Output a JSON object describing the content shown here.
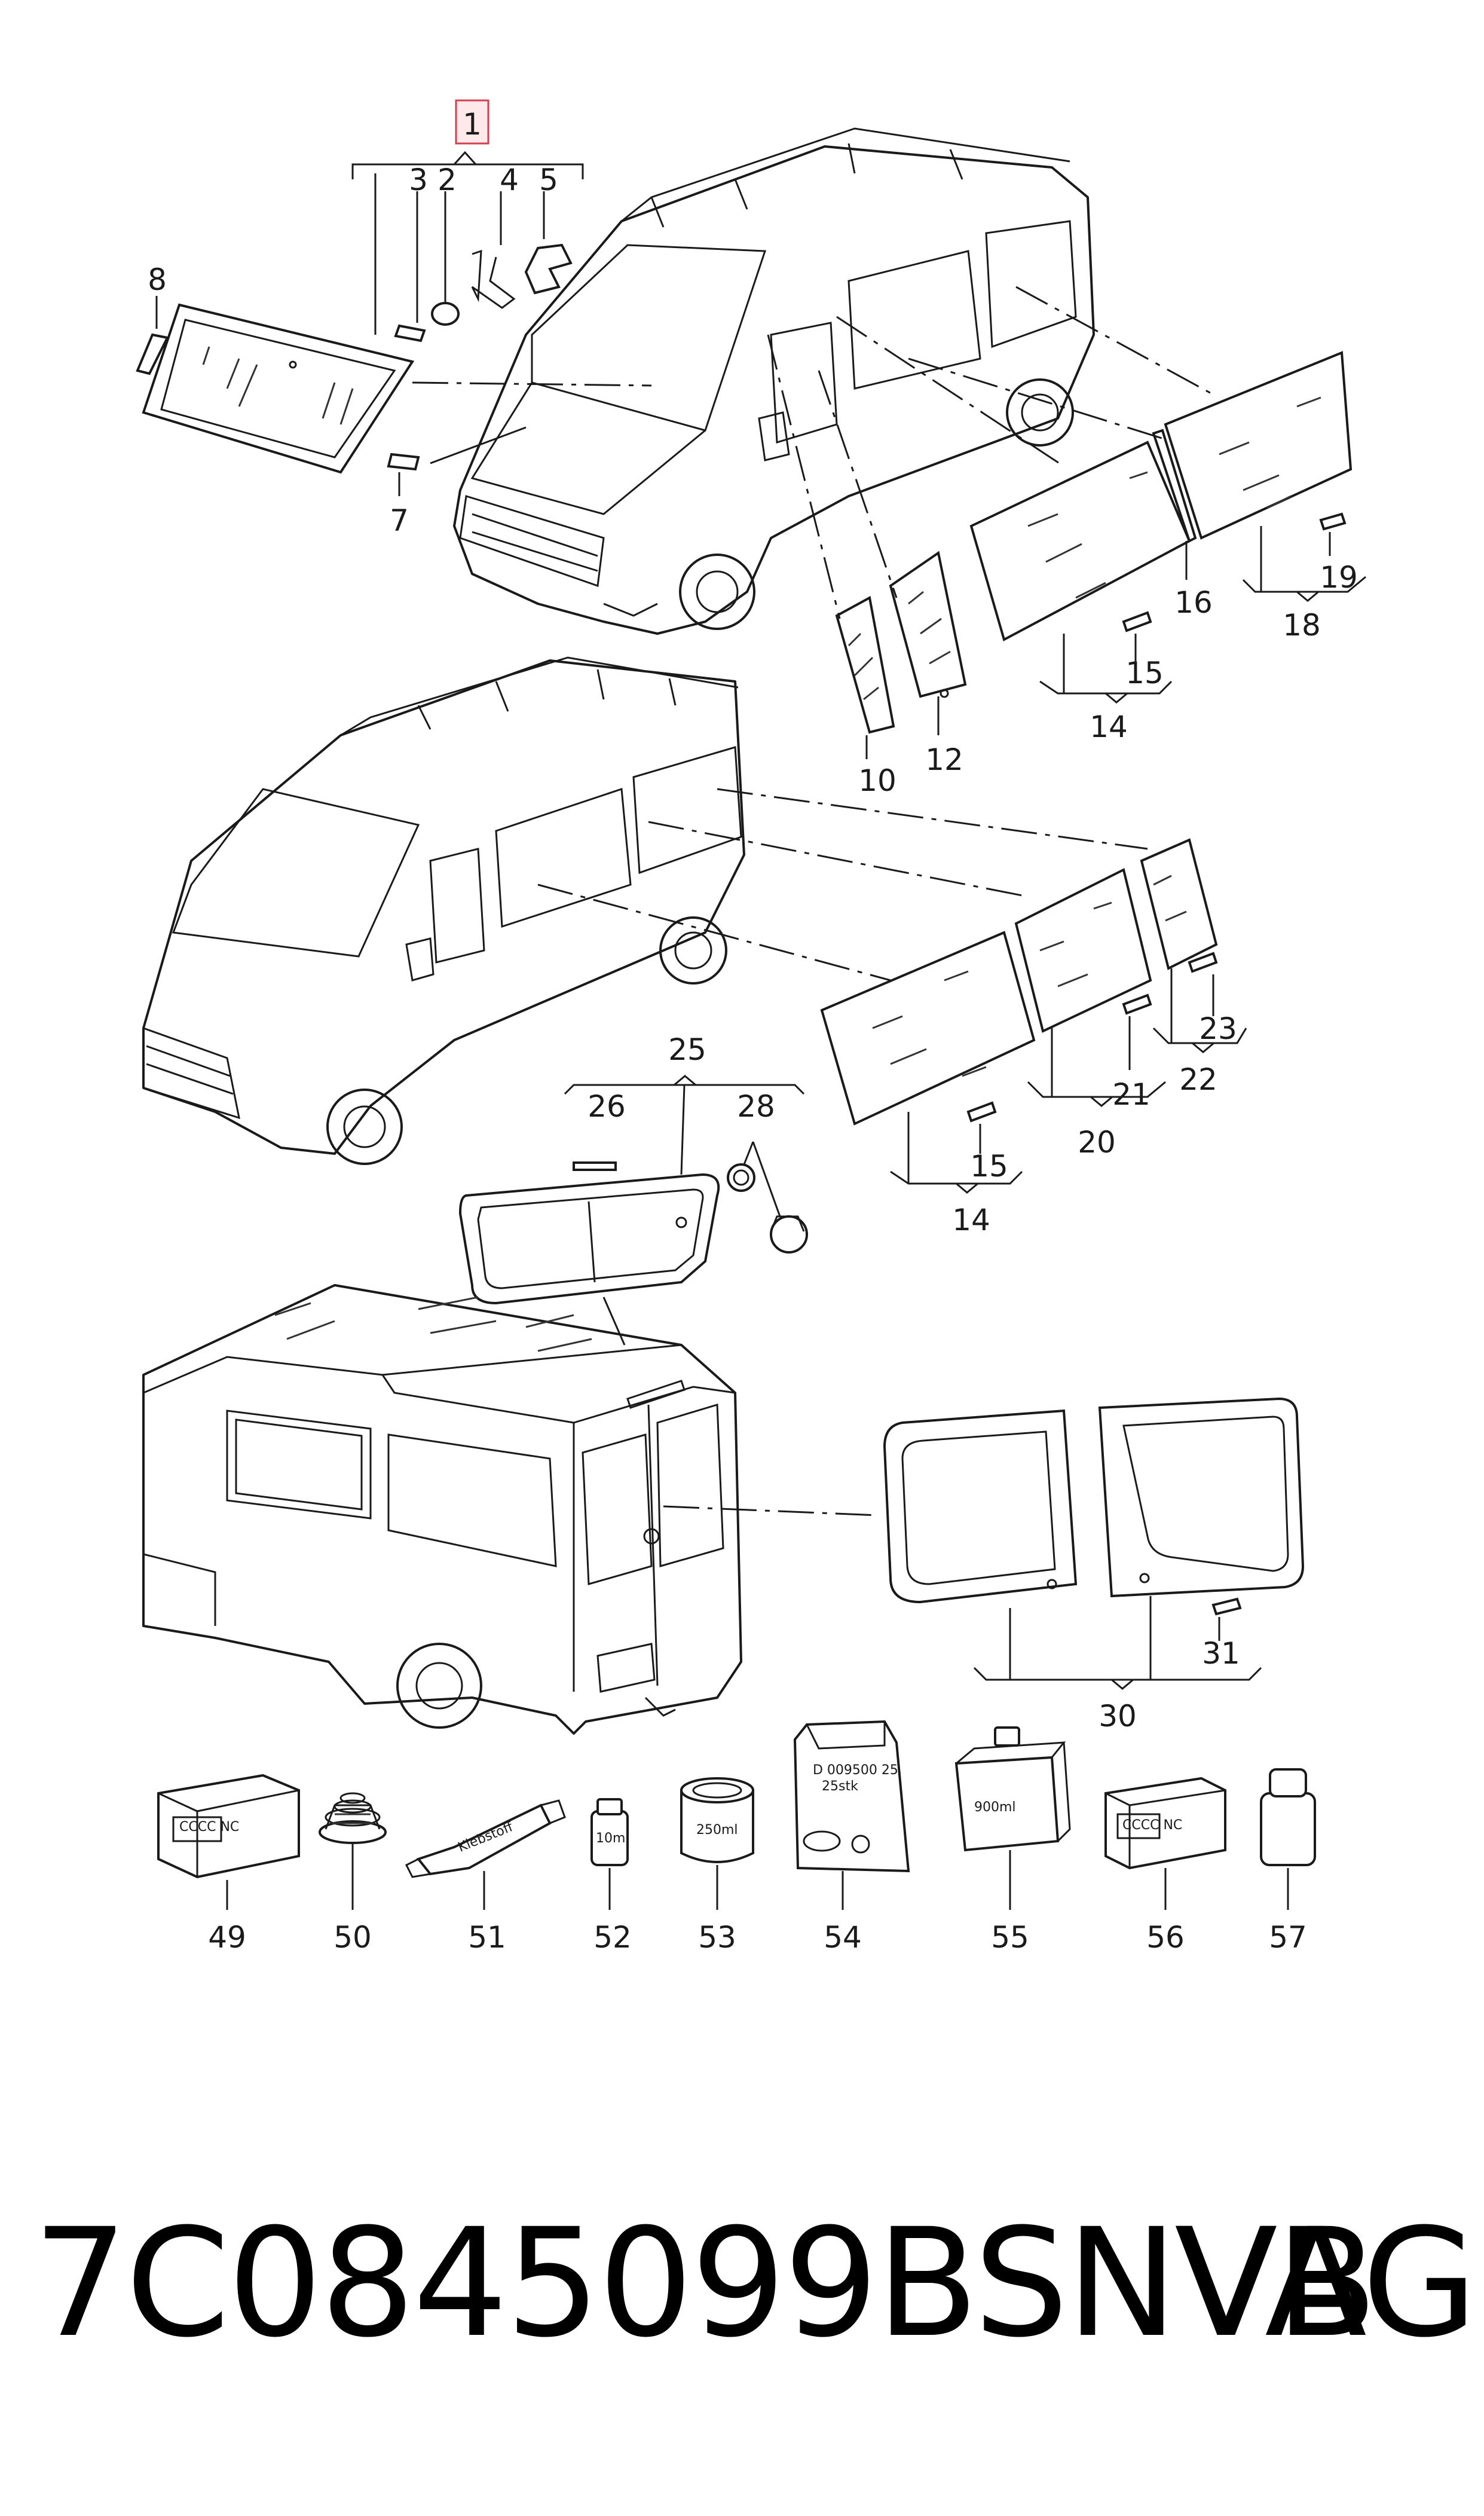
{
  "callouts": {
    "c1": "1",
    "c2": "2",
    "c3": "3",
    "c4": "4",
    "c5": "5",
    "c7": "7",
    "c8": "8",
    "c10": "10",
    "c12": "12",
    "c14a": "14",
    "c15a": "15",
    "c16": "16",
    "c18": "18",
    "c19": "19",
    "c14b": "14",
    "c15b": "15",
    "c20": "20",
    "c21": "21",
    "c22": "22",
    "c23": "23",
    "c25": "25",
    "c26": "26",
    "c28": "28",
    "c30": "30",
    "c31": "31",
    "c49": "49",
    "c50": "50",
    "c51": "51",
    "c52": "52",
    "c53": "53",
    "c54": "54",
    "c55": "55",
    "c56": "56",
    "c57": "57"
  },
  "product_labels": {
    "box49": "CCCC NC",
    "tube51": "Klebstoff",
    "bottle52": "10ml",
    "can53": "250ml",
    "bag54_line1": "D 009500 25",
    "bag54_line2": "25stk",
    "can55": "900ml",
    "box56": "CCCC NC"
  },
  "footer": {
    "part_number": "7C0845099BSNVB",
    "brand": "VAG"
  },
  "colors": {
    "highlight_fill": "#ffe8ea",
    "highlight_stroke": "#d04050",
    "line": "#1a1a1a"
  }
}
